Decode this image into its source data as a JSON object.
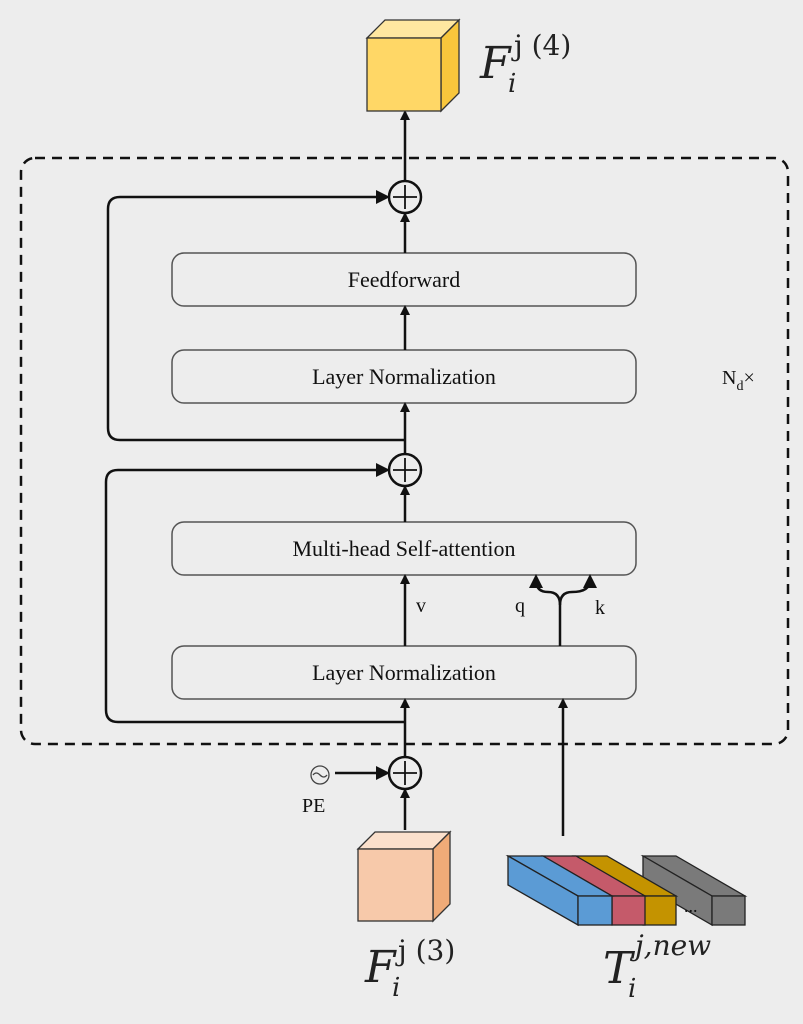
{
  "diagram": {
    "title": "Transformer decoder block",
    "repeat_label": {
      "base": "N",
      "subscript": "d",
      "suffix": "×"
    },
    "blocks": {
      "feedforward": "Feedforward",
      "layer_norm_top": "Layer Normalization",
      "self_attention": "Multi-head Self-attention",
      "layer_norm_bottom": "Layer Normalization"
    },
    "inputs_to_attention": {
      "v": "v",
      "q": "q",
      "k": "k"
    },
    "positional_encoding": {
      "symbol": "~",
      "label": "PE"
    },
    "output_feature": {
      "base": "F",
      "sub": "i",
      "sup": "j (4)"
    },
    "input_feature": {
      "base": "F",
      "sub": "i",
      "sup": "j (3)"
    },
    "token_input": {
      "base": "T",
      "sub": "i",
      "sup": "j,new",
      "ellipsis": "..."
    },
    "colors": {
      "background": "#ededed",
      "output_cube_front": "#ffd766",
      "output_cube_top": "#ffe7a0",
      "output_cube_side": "#f8c63c",
      "input_cube_front": "#f7c9aa",
      "input_cube_top": "#fbe0cc",
      "input_cube_side": "#f0ab78",
      "token_blue": "#5b9bd5",
      "token_red": "#c55a6a",
      "token_gold": "#c49300",
      "token_gray": "#7a7a7a"
    }
  }
}
